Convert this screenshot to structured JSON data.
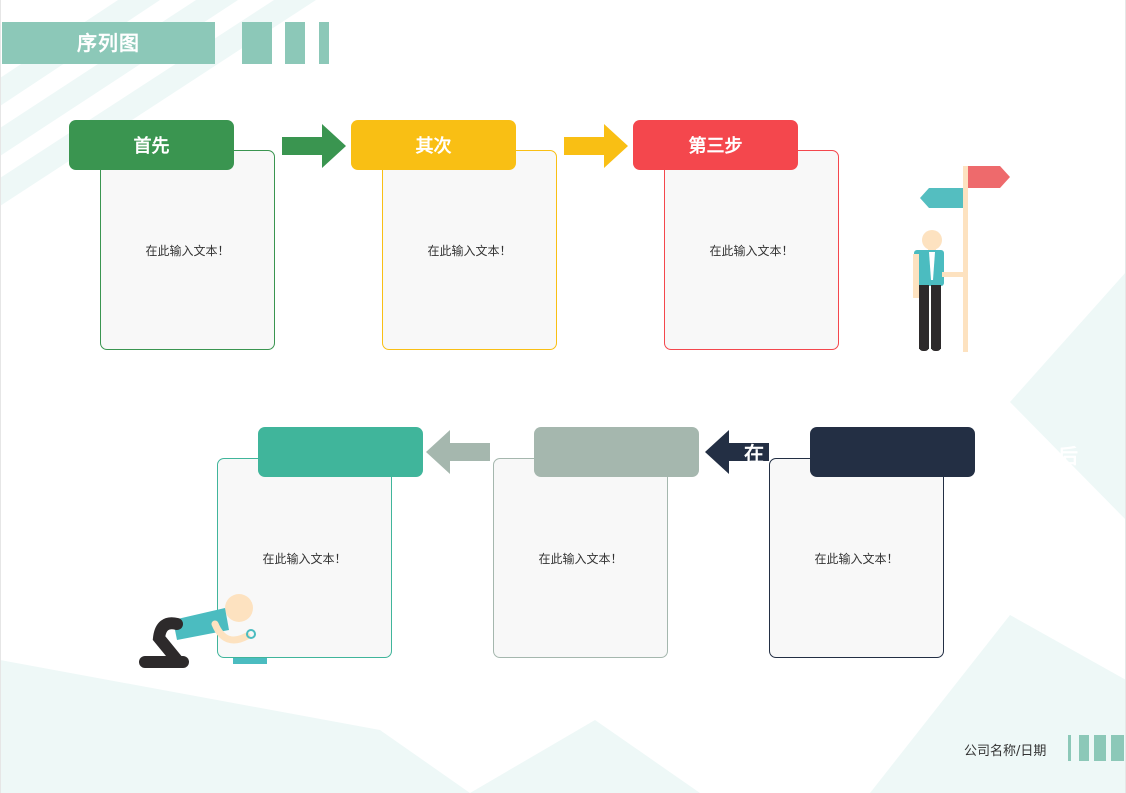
{
  "title": "序列图",
  "steps": [
    {
      "label": "首先",
      "text": "在此输入文本！",
      "color": "#3a9550",
      "border": "#3a9550"
    },
    {
      "label": "其次",
      "text": "在此输入文本！",
      "color": "#f9bf14",
      "border": "#f9bf14"
    },
    {
      "label": "第三步",
      "text": "在此输入文本！",
      "color": "#f4474d",
      "border": "#f4474d"
    },
    {
      "label": "",
      "text": "在此输入文本！",
      "color": "#232f44",
      "border": "#232f44"
    },
    {
      "label": "",
      "text": "在此输入文本！",
      "color": "#a5b7ae",
      "border": "#a5b7ae"
    },
    {
      "label": "",
      "text": "在此输入文本！",
      "color": "#40b59b",
      "border": "#40b59b"
    }
  ],
  "overflow_fragments": {
    "left": "在",
    "right": "后"
  },
  "footer": {
    "company_date": "公司名称/日期"
  },
  "colors": {
    "accent": "#8cc8b8",
    "pale": "#eaf7f6"
  }
}
